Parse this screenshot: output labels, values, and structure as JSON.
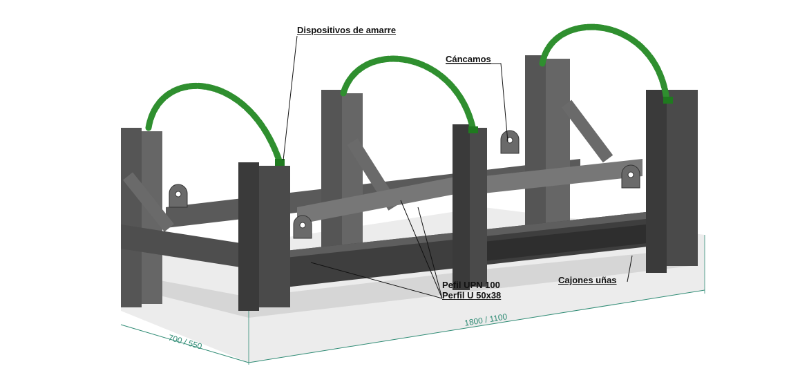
{
  "labels": {
    "lashing": "Dispositivos de amarre",
    "eyebolts": "Cáncamos",
    "upn": "Pefil UPN 100",
    "u_profile": "Perfil U 50x38",
    "fork_pockets": "Cajones uñas"
  },
  "dimensions": {
    "length": "1800 / 1100",
    "width": "700 / 550"
  },
  "colors": {
    "steel": "#4a4a4a",
    "chain": "#2f8f2f",
    "dimension": "#2e8b74"
  }
}
